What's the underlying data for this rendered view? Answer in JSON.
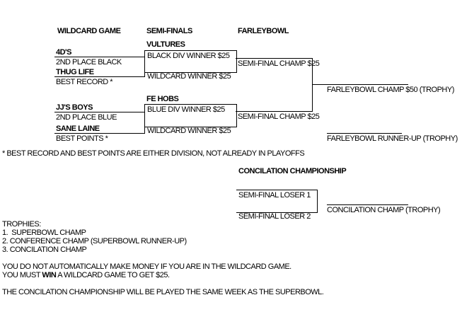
{
  "headers": {
    "wildcard_game": "WILDCARD GAME",
    "semi_finals": "SEMI-FINALS",
    "farleybowl": "FARLEYBOWL",
    "concilation_championship": "CONCILATION CHAMPIONSHIP"
  },
  "wildcard_games": [
    {
      "team1_name": "4D'S",
      "team1_note": "2ND PLACE BLACK",
      "team2_name": "THUG LIFE",
      "team2_note": "BEST RECORD *"
    },
    {
      "team1_name": "JJ'S BOYS",
      "team1_note": "2ND PLACE BLUE",
      "team2_name": "SANE LAINE",
      "team2_note": "BEST POINTS *"
    }
  ],
  "semifinals": [
    {
      "matchup_name": "VULTURES",
      "slot_top": "BLACK DIV WINNER $25",
      "slot_bottom": "WILDCARD WINNER $25",
      "winner_label": "SEMI-FINAL CHAMP $25"
    },
    {
      "matchup_name": "FE HOBS",
      "slot_top": "BLUE DIV WINNER $25",
      "slot_bottom": "WILDCARD WINNER $25",
      "winner_label": "SEMI-FINAL CHAMP $25"
    }
  ],
  "final": {
    "champ_label": "FARLEYBOWL CHAMP $50 (TROPHY)",
    "runner_up_label": "FARLEYBOWL RUNNER-UP (TROPHY)"
  },
  "concilation": {
    "slot_top": "SEMI-FINAL LOSER 1",
    "slot_bottom": "SEMI-FINAL LOSER 2",
    "winner_label": "CONCILATION CHAMP (TROPHY)"
  },
  "footnote": "* BEST RECORD AND BEST POINTS ARE EITHER DIVISION, NOT ALREADY IN PLAYOFFS",
  "trophies": {
    "heading": "TROPHIES:",
    "items": [
      "1.  SUPERBOWL CHAMP",
      "2. CONFERENCE CHAMP (SUPERBOWL RUNNER-UP)",
      "3. CONCILATION CHAMP"
    ]
  },
  "notes": {
    "wildcard_money_line1": "YOU DO NOT AUTOMATICALLY MAKE MONEY IF YOU ARE IN THE WILDCARD GAME.",
    "wildcard_money_line2_prefix": "YOU MUST ",
    "wildcard_money_line2_bold": "WIN",
    "wildcard_money_line2_suffix": " A WILDCARD GAME TO GET $25.",
    "concilation_week": "THE CONCILATION CHAMPIONSHIP WILL BE PLAYED THE SAME WEEK AS THE SUPERBOWL."
  },
  "colors": {
    "background": "#ffffff",
    "text": "#000000",
    "line": "#000000"
  }
}
